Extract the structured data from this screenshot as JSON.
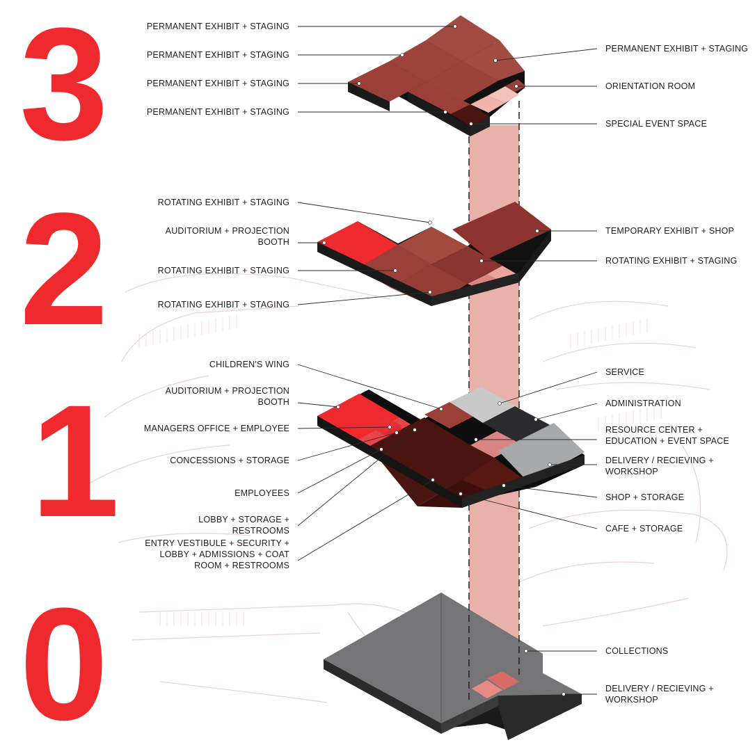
{
  "floors": {
    "three": "3",
    "two": "2",
    "one": "1",
    "zero": "0"
  },
  "colors": {
    "accent_red": "#ee2a2f",
    "exhibit_red": "#9a4038",
    "dark_red": "#4a1410",
    "light_pink": "#f2b3ac",
    "gray": "#a8a9aa",
    "dark_gray": "#2b2a2c",
    "basement_gray": "#6f6f71",
    "core_pink": "#e5a39d"
  },
  "labels": {
    "f3_left_1": "PERMANENT EXHIBIT + STAGING",
    "f3_left_2": "PERMANENT EXHIBIT + STAGING",
    "f3_left_3": "PERMANENT EXHIBIT + STAGING",
    "f3_left_4": "PERMANENT EXHIBIT + STAGING",
    "f3_right_1": "PERMANENT EXHIBIT + STAGING",
    "f3_right_2": "ORIENTATION ROOM",
    "f3_right_3": "SPECIAL EVENT SPACE",
    "f2_left_1": "ROTATING EXHIBIT + STAGING",
    "f2_left_2a": "AUDITORIUM + PROJECTION",
    "f2_left_2b": "BOOTH",
    "f2_left_3": "ROTATING EXHIBIT + STAGING",
    "f2_left_4": "ROTATING EXHIBIT + STAGING",
    "f2_right_1": "TEMPORARY EXHIBIT + SHOP",
    "f2_right_2": "ROTATING EXHIBIT + STAGING",
    "f1_left_1": "CHILDREN'S WING",
    "f1_left_2a": "AUDITORIUM + PROJECTION",
    "f1_left_2b": "BOOTH",
    "f1_left_3": "MANAGERS OFFICE + EMPLOYEE",
    "f1_left_4": "CONCESSIONS + STORAGE",
    "f1_left_5": "EMPLOYEES",
    "f1_left_6a": "LOBBY + STORAGE +",
    "f1_left_6b": "RESTROOMS",
    "f1_left_7a": "ENTRY VESTIBULE + SECURITY +",
    "f1_left_7b": "LOBBY + ADMISSIONS + COAT",
    "f1_left_7c": "ROOM + RESTROOMS",
    "f1_right_1": "SERVICE",
    "f1_right_2": "ADMINISTRATION",
    "f1_right_3a": "RESOURCE CENTER +",
    "f1_right_3b": "EDUCATION + EVENT SPACE",
    "f1_right_4a": "DELIVERY / RECIEVING +",
    "f1_right_4b": "WORKSHOP",
    "f1_right_5": "SHOP + STORAGE",
    "f1_right_6": "CAFE + STORAGE",
    "f0_right_1": "COLLECTIONS",
    "f0_right_2a": "DELIVERY / RECIEVING +",
    "f0_right_2b": "WORKSHOP"
  }
}
